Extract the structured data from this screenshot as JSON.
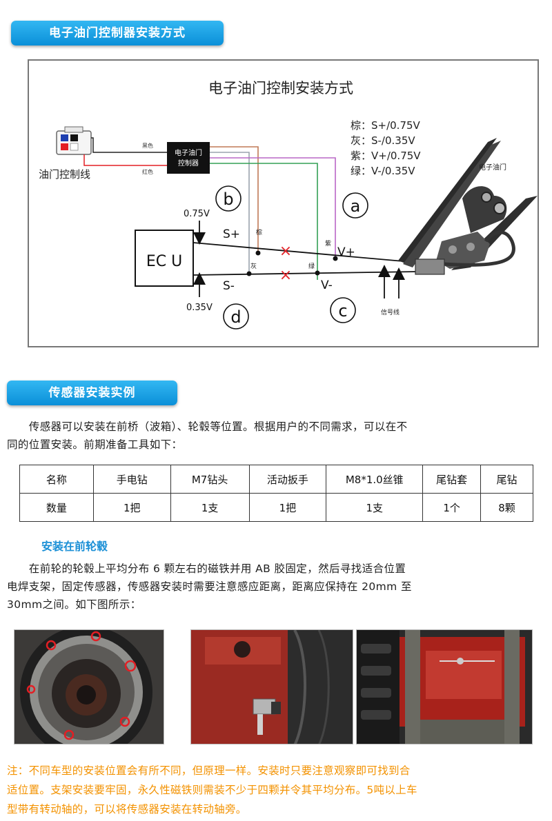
{
  "section1": {
    "title": "电子油门控制器安装方式"
  },
  "diagram": {
    "title": "电子油门控制安装方式",
    "legend": [
      "棕：S+/0.75V",
      "灰：S-/0.35V",
      "紫：V+/0.75V",
      "绿：V-/0.35V"
    ],
    "connector_label": "油门控制线",
    "wire_black": "黑色",
    "wire_red": "红色",
    "controller_line1": "电子油门",
    "controller_line2": "控制器",
    "ecu": "EC U",
    "letters": [
      "b",
      "a",
      "c",
      "d"
    ],
    "v075": "0.75V",
    "v035": "0.35V",
    "s_plus": "S+",
    "s_minus": "S-",
    "v_plus": "V+",
    "v_minus": "V-",
    "tag_brown": "棕",
    "tag_gray": "灰",
    "tag_purple": "紫",
    "tag_green": "绿",
    "cross": "×",
    "pedal_label": "电子油门",
    "signal_label": "信号线",
    "colors": {
      "brown": "#c07855",
      "gray": "#9aa3ad",
      "purple": "#b966c6",
      "green": "#33a055",
      "cross": "#e3252b",
      "red": "#e31e24"
    }
  },
  "section2": {
    "title": "传感器安装实例"
  },
  "intro": [
    "　　传感器可以安装在前桥（波箱）、轮毂等位置。根据用户的不同需求，可以在不",
    "同的位置安装。前期准备工具如下："
  ],
  "tools": {
    "header": [
      "名称",
      "手电钻",
      "M7钻头",
      "活动扳手",
      "M8*1.0丝锥",
      "尾钻套",
      "尾钻"
    ],
    "row": [
      "数量",
      "1把",
      "1支",
      "1把",
      "1支",
      "1个",
      "8颗"
    ]
  },
  "subsection": {
    "title": "安装在前轮毂"
  },
  "install": [
    "　　在前轮的轮毂上平均分布 6 颗左右的磁铁并用 AB 胶固定，然后寻找适合位置",
    "电焊支架，固定传感器，传感器安装时需要注意感应距离，距离应保持在 20mm 至",
    "30mm之间。如下图所示："
  ],
  "note": [
    "注：不同车型的安装位置会有所不同，但原理一样。安装时只要注意观察即可找到合",
    "适位置。支架安装要牢固，永久性磁铁则需装不少于四颗并令其平均分布。5吨以上车",
    "型带有转动轴的，可以将传感器安装在转动轴旁。"
  ]
}
